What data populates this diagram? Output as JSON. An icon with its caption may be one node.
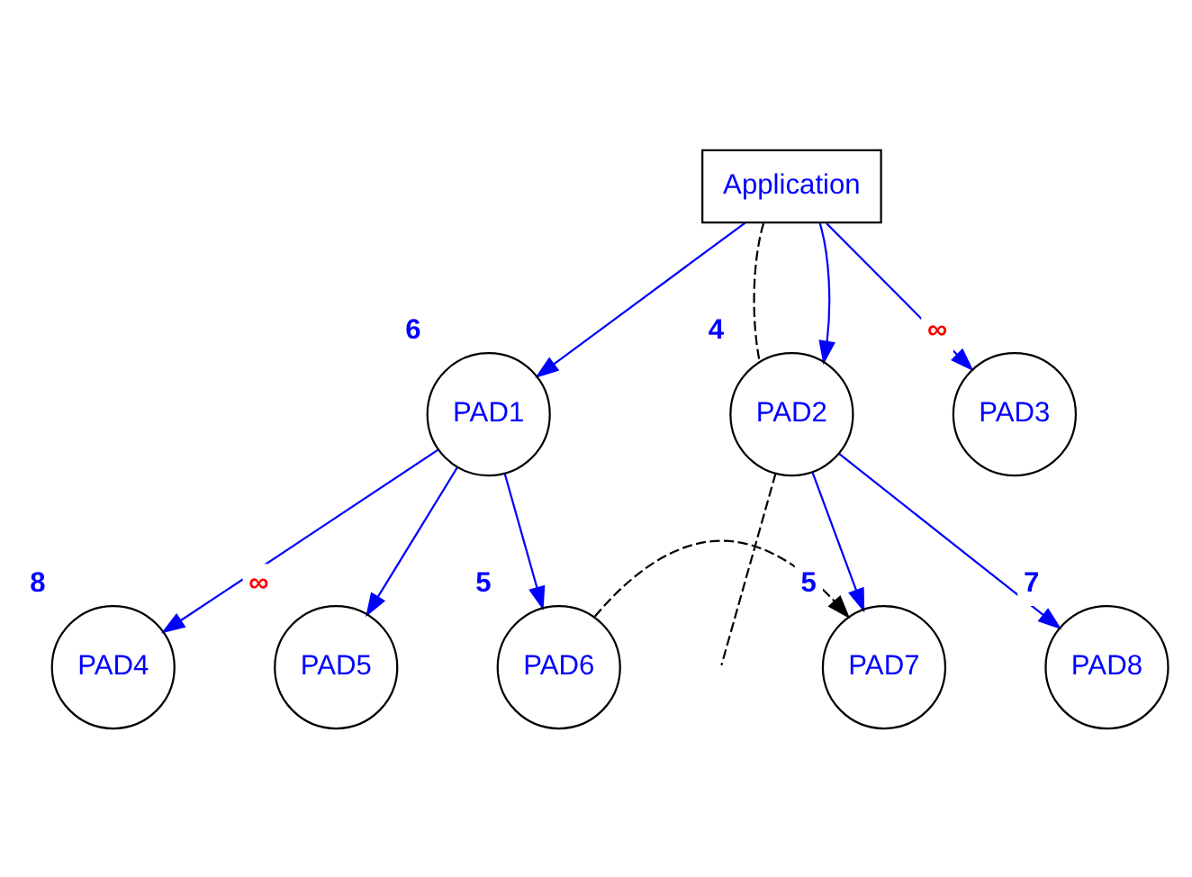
{
  "diagram": {
    "nodes": [
      {
        "text": [
          "Application"
        ]
      },
      {
        "text": [
          "PAD1"
        ],
        "beside": [
          "6"
        ]
      },
      {
        "text": [
          "PAD2"
        ],
        "beside": [
          "4"
        ]
      },
      {
        "text": [
          "PAD3"
        ],
        "beside": [
          "∞"
        ]
      },
      {
        "text": [
          "PAD4"
        ],
        "beside": [
          "8"
        ]
      },
      {
        "text": [
          "PAD5"
        ],
        "beside": [
          "∞"
        ]
      },
      {
        "text": [
          "PAD6"
        ],
        "beside": [
          "5"
        ]
      },
      {
        "text": [
          "PAD7"
        ],
        "beside": [
          "5"
        ]
      },
      {
        "text": [
          "PAD8"
        ],
        "beside": [
          "7"
        ]
      }
    ],
    "edges": [
      {
        "from": 0,
        "to": 1,
        "arrow": "to"
      },
      {
        "from": 0,
        "to": 2,
        "arrow": "none",
        "style": "dashed",
        "color": "#000000"
      },
      {
        "from": 0,
        "to": 2,
        "arrow": "to"
      },
      {
        "from": 0,
        "to": 3,
        "arrow": "to"
      },
      {
        "from": 1,
        "to": 4,
        "arrow": "to"
      },
      {
        "from": 1,
        "to": 5,
        "arrow": "to"
      },
      {
        "from": 1,
        "to": 6,
        "arrow": "to"
      },
      {
        "from": 2,
        "to": null,
        "arrow": "none",
        "style": "dashed",
        "color": "#000000"
      },
      {
        "from": 2,
        "to": 7,
        "arrow": "to"
      },
      {
        "from": 2,
        "to": 8,
        "arrow": "to"
      },
      {
        "from": 6,
        "to": 7,
        "arrow": "to",
        "style": "dashed",
        "color": "#000000"
      }
    ]
  }
}
